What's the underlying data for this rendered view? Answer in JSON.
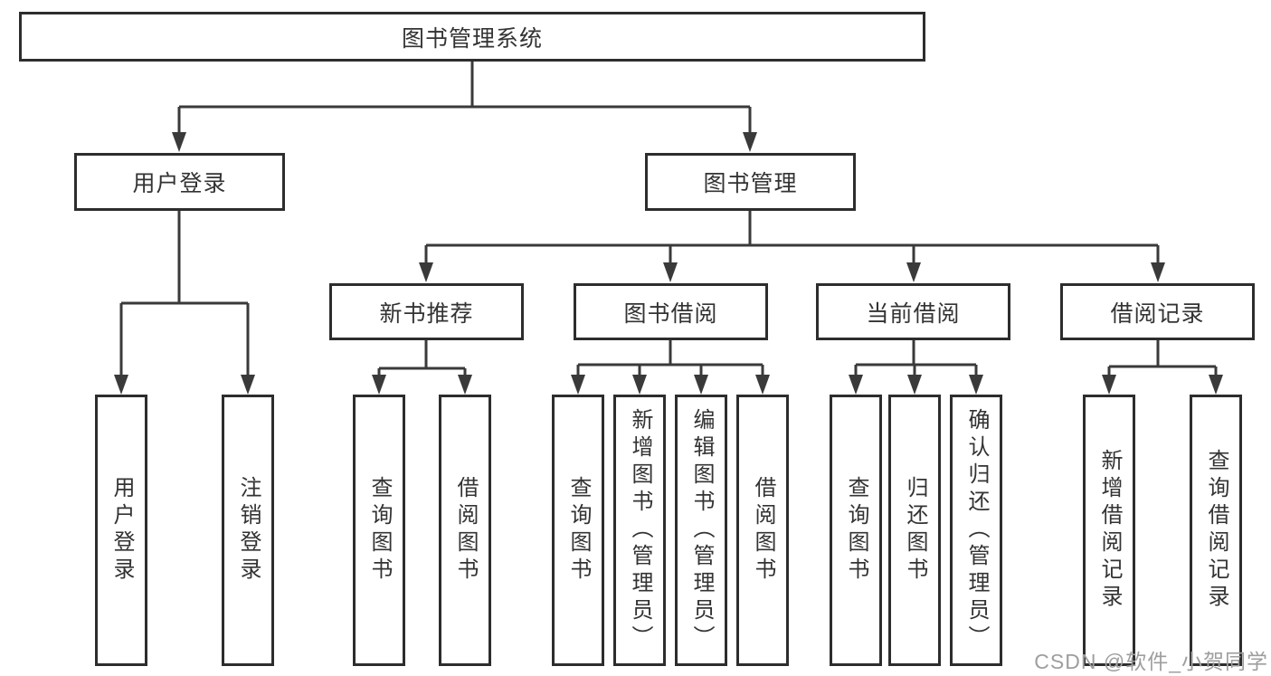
{
  "diagram": {
    "root": {
      "label": "图书管理系统"
    },
    "branches": [
      {
        "label": "用户登录",
        "children": [
          {
            "label": "用户登录"
          },
          {
            "label": "注销登录"
          }
        ]
      },
      {
        "label": "图书管理",
        "children": [
          {
            "label": "新书推荐",
            "children": [
              {
                "label": "查询图书"
              },
              {
                "label": "借阅图书"
              }
            ]
          },
          {
            "label": "图书借阅",
            "children": [
              {
                "label": "查询图书"
              },
              {
                "label": "新增图书（管理员）"
              },
              {
                "label": "编辑图书（管理员）"
              },
              {
                "label": "借阅图书"
              }
            ]
          },
          {
            "label": "当前借阅",
            "children": [
              {
                "label": "查询图书"
              },
              {
                "label": "归还图书"
              },
              {
                "label": "确认归还（管理员）"
              }
            ]
          },
          {
            "label": "借阅记录",
            "children": [
              {
                "label": "新增借阅记录"
              },
              {
                "label": "查询借阅记录"
              }
            ]
          }
        ]
      }
    ]
  },
  "watermark": {
    "text": "CSDN @软件_小贺同学"
  },
  "colors": {
    "line": "#3a3a3a",
    "box_border": "#2d2d2d",
    "box_fill": "#ffffff",
    "text": "#333333",
    "watermark": "#9e9e9e",
    "background": "#ffffff"
  }
}
